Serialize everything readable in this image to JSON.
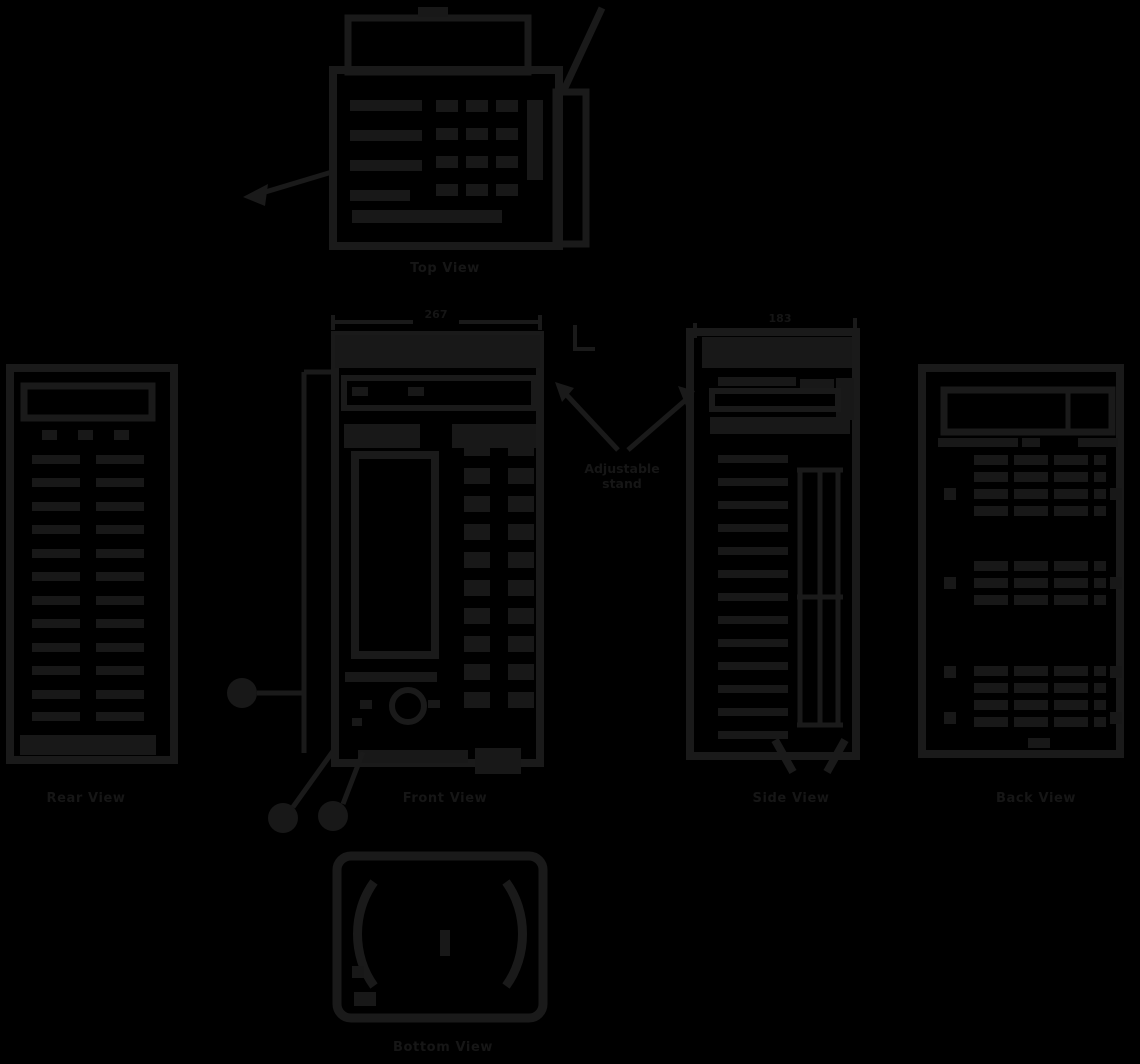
{
  "figure": {
    "background_color": "#000000",
    "ink_color": "#1a1a1a",
    "description_kind": "multi-view line diagram of a desk telephone"
  },
  "captions": {
    "top": "Top View",
    "rear": "Rear View",
    "front": "Front View",
    "side": "Side View",
    "back": "Back View",
    "bottom": "Bottom View"
  },
  "dimensions": {
    "front_width": "267",
    "side_width": "183"
  },
  "stand_note": {
    "line1": "Adjustable",
    "line2": "stand"
  }
}
